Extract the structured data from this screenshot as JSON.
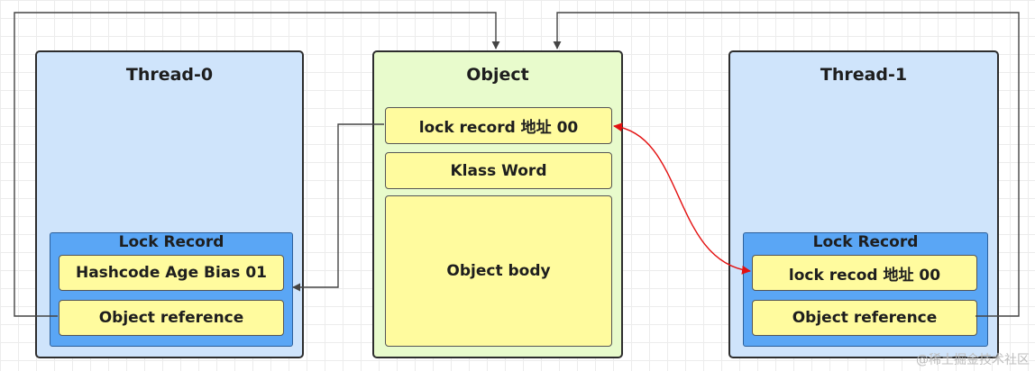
{
  "thread0": {
    "title": "Thread-0",
    "lock_record": {
      "title": "Lock Record",
      "cells": [
        "Hashcode Age Bias 01",
        "Object reference"
      ]
    }
  },
  "object": {
    "title": "Object",
    "cells": [
      "lock  record 地址 00",
      "Klass Word",
      "Object body"
    ]
  },
  "thread1": {
    "title": "Thread-1",
    "lock_record": {
      "title": "Lock Record",
      "cells": [
        "lock recod 地址 00",
        "Object reference"
      ]
    }
  },
  "watermark": "@稀土掘金技术社区",
  "colors": {
    "thread_fill": "#cfe4fb",
    "object_fill": "#e8fbcc",
    "lock_record_fill": "#5aa6f5",
    "cell_fill": "#fffb9e",
    "connector": "#444444",
    "cas_arrow": "#e31010"
  }
}
